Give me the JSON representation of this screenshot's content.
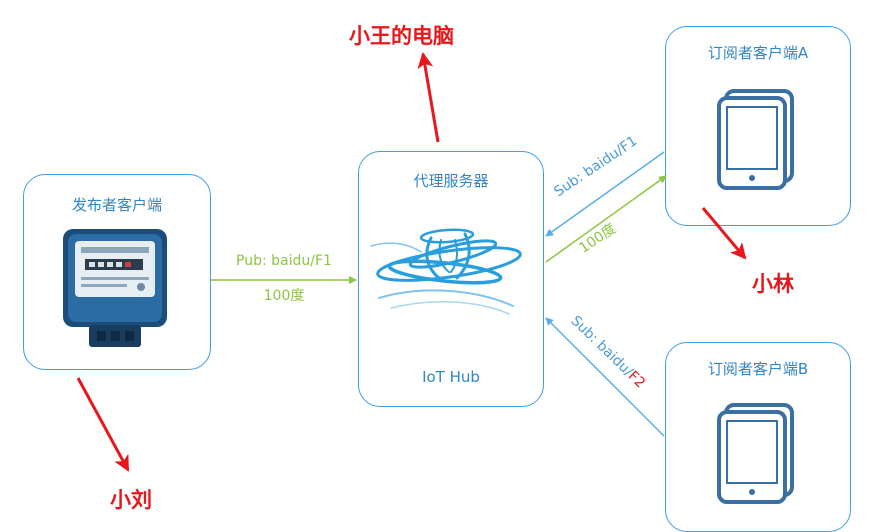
{
  "nodes": {
    "publisher": {
      "title": "发布者客户端"
    },
    "broker": {
      "title": "代理服务器",
      "subtitle": "IoT Hub"
    },
    "subscriber_a": {
      "title": "订阅者客户端A"
    },
    "subscriber_b": {
      "title": "订阅者客户端B"
    }
  },
  "edges": {
    "publish": {
      "topic": "Pub: baidu/F1",
      "payload": "100度"
    },
    "sub_a": {
      "topic": "Sub: baidu/F1",
      "payload": "100度"
    },
    "sub_b": {
      "topic_prefix": "Sub: baidu/",
      "topic_highlight": "F2"
    }
  },
  "annotations": {
    "broker_owner": "小王的电脑",
    "subscriber_a_owner": "小林",
    "publisher_owner": "小刘"
  },
  "colors": {
    "box_border": "#3f9fe0",
    "blue_text": "#2f86c8",
    "green": "#8cc63f",
    "red": "#e8171b",
    "device": "#3a6fa3"
  }
}
